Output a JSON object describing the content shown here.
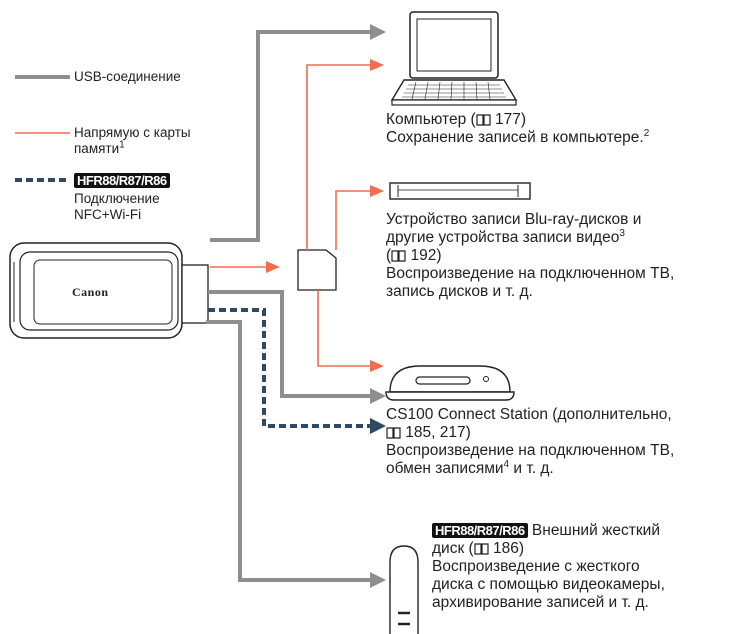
{
  "legend": {
    "usb": "USB-соединение",
    "direct_line1": "Напрямую с карты",
    "direct_line2": "памяти",
    "direct_sup": "1",
    "badge": "HFR88/R87/R86",
    "nfc_line1": "Подключение",
    "nfc_line2": "NFC+Wi-Fi"
  },
  "camera": {
    "brand": "Canon"
  },
  "computer": {
    "line1": "Компьютер (",
    "line1_page": " 177)",
    "line2": "Сохранение записей в компьютере.",
    "line2_sup": "2"
  },
  "bluray": {
    "line1": "Устройство записи Blu-ray-дисков и",
    "line2": "другие устройства записи видео",
    "line2_sup": "3",
    "line3_open": "(",
    "line3_page": " 192)",
    "line4": "Воспроизведение на подключенном ТВ,",
    "line5": "запись дисков и т. д."
  },
  "cs100": {
    "line1": "CS100 Connect Station (дополнительно,",
    "line2_page": " 185, 217)",
    "line3": "Воспроизведение на подключенном ТВ,",
    "line4a": "обмен записями",
    "line4_sup": "4",
    "line4b": " и т. д."
  },
  "hdd": {
    "badge": "HFR88/R87/R86",
    "line1": " Внешний жесткий",
    "line2a": "диск (",
    "line2_page": " 186)",
    "line3": "Воспроизведение с жесткого",
    "line4": "диска с помощью видеокамеры,",
    "line5": "архивирование записей и т. д."
  },
  "colors": {
    "usb": "#8e8e8e",
    "direct": "#f26c4f",
    "nfc": "#2e4a66"
  }
}
